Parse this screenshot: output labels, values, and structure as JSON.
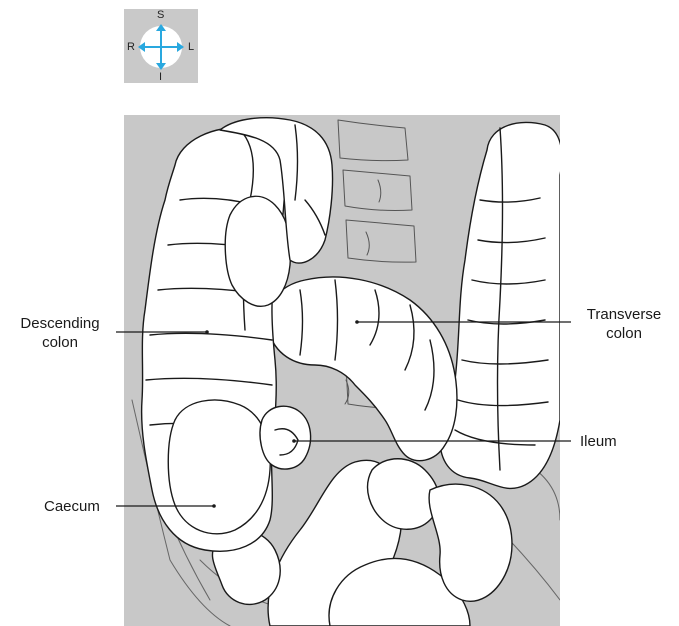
{
  "orientation": {
    "superior": "S",
    "inferior": "I",
    "right": "R",
    "left": "L",
    "arrow_color": "#29a8df"
  },
  "labels": {
    "descending_colon": [
      "Descending",
      "colon"
    ],
    "transverse_colon": [
      "Transverse",
      "colon"
    ],
    "ileum": "Ileum",
    "caecum": "Caecum"
  },
  "colors": {
    "panel_background": "#c8c8c8",
    "organ_fill": "#ffffff",
    "outline": "#1a1a1a"
  }
}
